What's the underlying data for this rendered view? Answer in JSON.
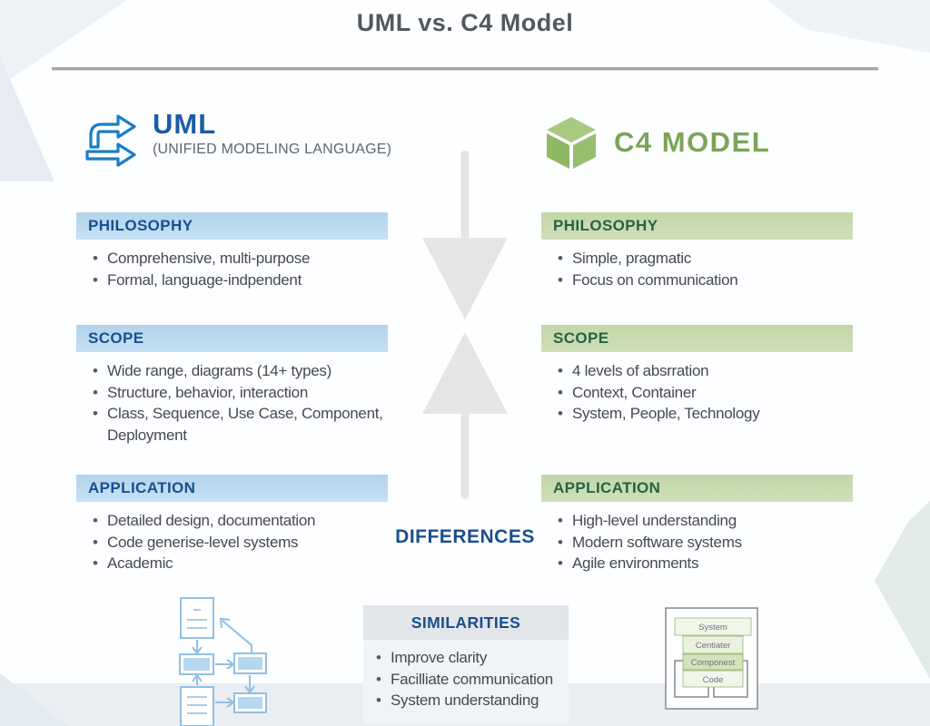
{
  "title": "UML vs. C4 Model",
  "uml": {
    "name": "UML",
    "subtitle": "(UNIFIED MODELING LANGUAGE)",
    "icon": "double-arrow-icon",
    "sections": [
      {
        "label": "PHILOSOPHY",
        "items": [
          "Comprehensive, multi-purpose",
          "Formal, language-indpendent"
        ]
      },
      {
        "label": "SCOPE",
        "items": [
          "Wide range, diagrams (14+ types)",
          "Structure, behavior, interaction",
          "Class, Sequence, Use Case, Component, Deployment"
        ]
      },
      {
        "label": "APPLICATION",
        "items": [
          "Detailed design, documentation",
          "Code generise-level systems",
          "Academic"
        ]
      }
    ]
  },
  "c4": {
    "name": "C4 MODEL",
    "icon": "cube-icon",
    "sections": [
      {
        "label": "PHILOSOPHY",
        "items": [
          "Simple, pragmatic",
          "Focus on communication"
        ]
      },
      {
        "label": "SCOPE",
        "items": [
          "4 levels of absrration",
          "Context, Container",
          "System, People, Technology"
        ]
      },
      {
        "label": "APPLICATION",
        "items": [
          "High-level understanding",
          "Modern software systems",
          "Agile environments"
        ]
      }
    ]
  },
  "center": {
    "label": "DIFFERENCES"
  },
  "similarities": {
    "label": "SIMILARITIES",
    "items": [
      "Improve clarity",
      "Facilliate communication",
      "System understanding"
    ]
  },
  "mini_c4": {
    "levels": [
      "System",
      "Centiater",
      "Componest",
      "Code"
    ]
  },
  "colors": {
    "uml_accent": "#1c5ca4",
    "uml_bar_bg": "#b9d8ee",
    "uml_bar_text": "#15508f",
    "c4_accent": "#7ba455",
    "c4_bar_bg": "#c8daae",
    "c4_bar_text": "#266247",
    "body_text": "#45494f",
    "title_text": "#54585d",
    "differences_text": "#1b4e8d",
    "arrow_gray": "#e3e5e7",
    "similarities_header_bg": "#e2e6ea",
    "similarities_body_bg": "#f1f4f7"
  }
}
